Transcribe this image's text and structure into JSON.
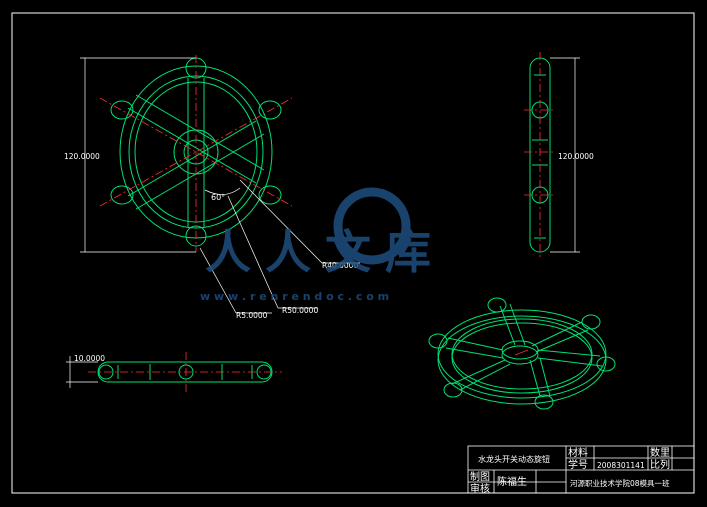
{
  "colors": {
    "background": "#000000",
    "frame": "#ffffff",
    "outline": "#00e070",
    "centerline": "#ff3030",
    "dimension": "#ffffff",
    "watermark": "#1e4f80"
  },
  "front_view": {
    "dim_height": "120.0000",
    "dim_angle": "60°",
    "dim_r40": "R40.0000",
    "dim_r50": "R50.0000",
    "dim_r5": "R5.0000"
  },
  "side_view": {
    "dim_height": "120.0000"
  },
  "bottom_view": {
    "dim_thickness": "10.0000"
  },
  "watermark": {
    "brand": "人人文库",
    "url": "w w w . r e n r e n d o c . c o m"
  },
  "title_block": {
    "part_name": "水龙头开关动态旋钮",
    "material_label": "材料",
    "material_value": "",
    "quantity_label": "数里",
    "quantity_value": "",
    "student_id_label": "学号",
    "student_id_value": "2008301141",
    "scale_label": "比列",
    "scale_value": "",
    "drawn_label": "制图",
    "reviewed_label": "审核",
    "drawer_name": "陈福生",
    "school": "河源职业技术学院08模具一班"
  }
}
